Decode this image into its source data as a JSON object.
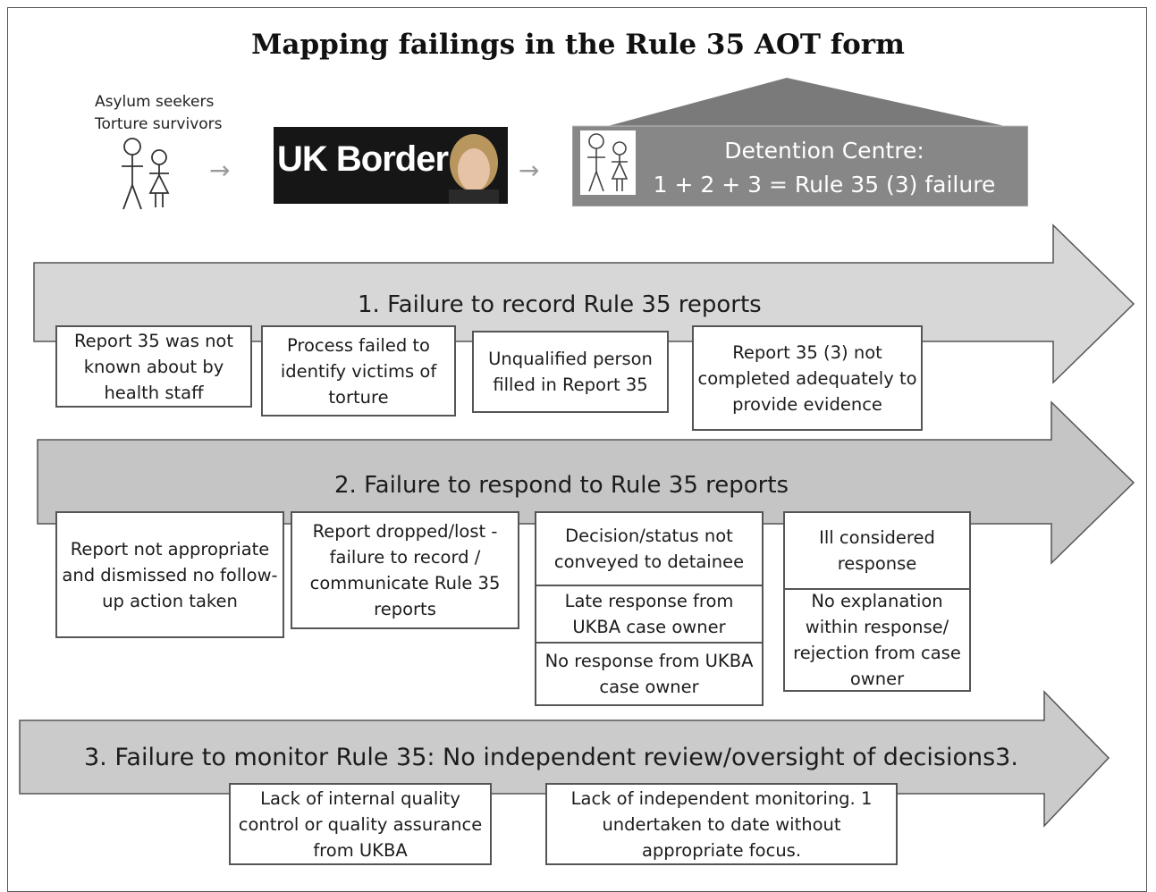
{
  "title": "Mapping failings in the Rule 35 AOT form",
  "people_labels": [
    "Asylum seekers",
    "Torture survivors"
  ],
  "banner_text": "UK Border",
  "detention": {
    "line1": "Detention Centre:",
    "line2": "1 + 2 + 3 = Rule 35 (3) failure"
  },
  "icons": {
    "figures": "stick-figures-icon",
    "arrow": "right-arrow-icon",
    "portrait": "person-photo-icon"
  },
  "colors": {
    "band1": "#d7d7d7",
    "band2": "#c5c5c5",
    "band3": "#cbcbcb",
    "house": "#878787",
    "house_roof": "#7a7a7a"
  },
  "bands": [
    {
      "label": "1. Failure to record Rule 35 reports",
      "boxes": [
        "Report 35 was not known about by health staff",
        "Process failed to identify victims of torture",
        "Unqualified person filled in Report 35",
        "Report 35 (3) not completed adequately to provide evidence"
      ]
    },
    {
      "label": "2. Failure to respond to Rule 35 reports",
      "boxes": [
        "Report  not appropriate and dismissed no follow-up action taken",
        "Report dropped/lost - failure to record / communicate Rule 35 reports",
        "Decision/status not conveyed to detainee",
        "Late response from UKBA case owner",
        "No response from UKBA case owner",
        "Ill considered response",
        "No explanation within response/ rejection from case owner"
      ]
    },
    {
      "label": "3. Failure to monitor  Rule 35: No independent review/oversight of decisions3.",
      "boxes": [
        "Lack of internal quality control or quality assurance from UKBA",
        "Lack of independent monitoring. 1 undertaken to date without appropriate focus."
      ]
    }
  ]
}
